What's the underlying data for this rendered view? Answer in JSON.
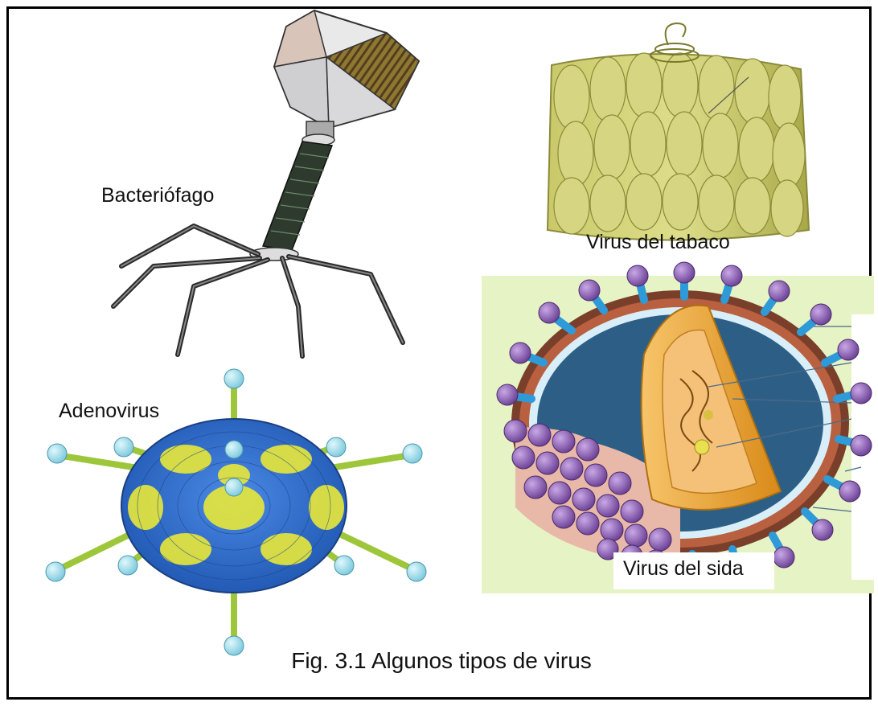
{
  "figure": {
    "caption": "Fig. 3.1 Algunos tipos de virus",
    "labels": {
      "bacteriophage": "Bacteriófago",
      "tobacco": "Virus del tabaco",
      "adenovirus": "Adenovirus",
      "hiv": "Virus del sida"
    }
  },
  "colors": {
    "border": "#000000",
    "hiv_background": "#e6f3c4",
    "adeno_blue": "#2f6fd0",
    "adeno_yellow": "#e8e83a",
    "adeno_fiber": "#9ec63a",
    "adeno_knob": "#8fe0ec",
    "tobacco_green": "#b8b850",
    "hiv_purple": "#8a5fb0",
    "hiv_blue_spike": "#2f9ad8",
    "hiv_core": "#f0a830",
    "phage_dark": "#2e3a2e"
  }
}
